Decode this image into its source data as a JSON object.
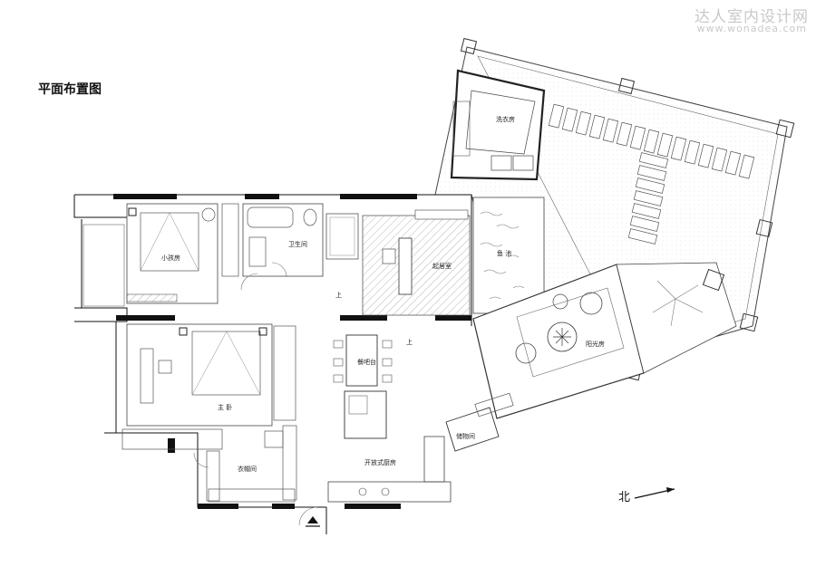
{
  "title": "平面布置图",
  "watermark": {
    "brand": "达人室内设计网",
    "url": "www.wonadea.com"
  },
  "rooms": {
    "kids_room": "小孩房",
    "bathroom": "卫生间",
    "living_room": "起居室",
    "fish_pond": "鱼 池",
    "laundry": "洗衣房",
    "sunroom": "阳光房",
    "master_bedroom": "主 卧",
    "bar_counter": "餐吧台",
    "walk_in_closet": "衣帽间",
    "open_kitchen": "开放式厨房",
    "storage": "储物间"
  },
  "stair_up": "上",
  "north_label": "北",
  "colors": {
    "wall": "#111111",
    "line": "#333333",
    "hatch": "#9a9a9a",
    "watermark": "#c9c9c9"
  }
}
